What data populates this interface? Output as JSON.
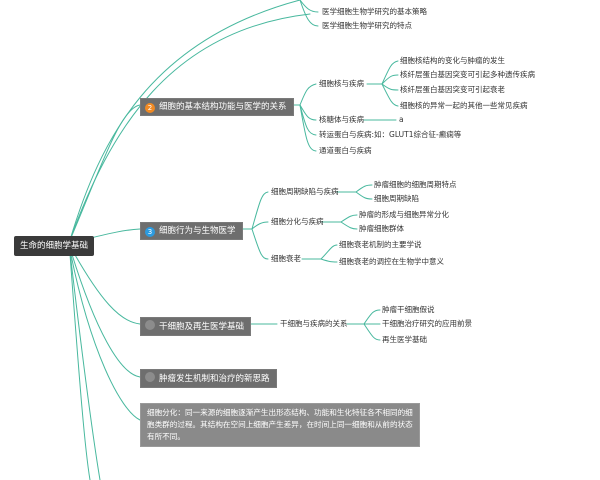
{
  "colors": {
    "line": "#48b89e",
    "main_bg": "#6e6e6e",
    "root_bg": "#3a3a3a",
    "badge_orange": "#f08a24",
    "badge_blue": "#2c9be0",
    "badge_gray": "#8c8c8c"
  },
  "root": {
    "label": "生命的细胞学基础"
  },
  "top": {
    "item1": "医学细胞生物学研究的基本策略",
    "item2": "医学细胞生物学研究的特点"
  },
  "b2": {
    "num": "2",
    "label": "细胞的基本结构功能与医学的关系",
    "nucleus": "细胞核与疾病",
    "nucleus_items": [
      "细胞核结构的变化与肿瘤的发生",
      "核纤层蛋白基因突变可引起多种遗传疾病",
      "核纤层蛋白基因突变可引起衰老",
      "细胞核的异常一起的其他一些常见疾病"
    ],
    "ribosome": "核糖体与疾病",
    "ribosome_val": "a",
    "transport": "转运蛋白与疾病:如：GLUT1综合征-癫痫等",
    "channel": "通道蛋白与疾病"
  },
  "b3": {
    "num": "3",
    "label": "细胞行为与生物医学",
    "cycle": "细胞周期缺陷与疾病",
    "cycle_items": [
      "肿瘤细胞的细胞周期特点",
      "细胞周期缺陷"
    ],
    "diff": "细胞分化与疾病",
    "diff_items": [
      "肿瘤的形成与细胞异常分化",
      "肿瘤细胞群体"
    ],
    "aging": "细胞衰老",
    "aging_items": [
      "细胞衰老机制的主要学说",
      "细胞衰老的调控在生物学中意义"
    ]
  },
  "b4": {
    "label": "干细胞及再生医学基础",
    "sub": "干细胞与疾病的关系",
    "sub_items": [
      "肿瘤干细胞假说",
      "干细胞治疗研究的应用前景",
      "再生医学基础"
    ]
  },
  "b5": {
    "label": "肿瘤发生机制和治疗的新思路"
  },
  "note": {
    "text": "细胞分化：同一来源的细胞逐渐产生出形态结构、功能和生化特征各不相同的细胞类群的过程。其结构在空间上细胞产生差异，在时间上同一细胞和从前的状态有所不同。"
  }
}
